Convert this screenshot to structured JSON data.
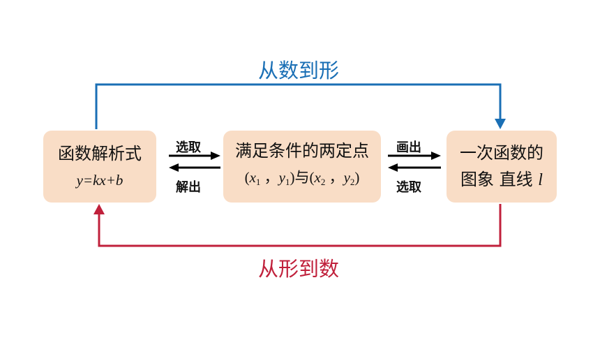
{
  "top_flow": {
    "label": "从数到形",
    "color": "#1a6fb5"
  },
  "bottom_flow": {
    "label": "从形到数",
    "color": "#c0203b"
  },
  "box_left": {
    "line1": "函数解析式",
    "formula": "y=kx+b"
  },
  "box_middle": {
    "line1": "满足条件的两定点",
    "p1_x": "x",
    "p1_x_sub": "1",
    "p1_y": "y",
    "p1_y_sub": "1",
    "connector": "与",
    "p2_x": "x",
    "p2_x_sub": "2",
    "p2_y": "y",
    "p2_y_sub": "2"
  },
  "box_right": {
    "line1": "一次函数的",
    "line2_text": "图象 直线",
    "line2_var": "l"
  },
  "left_arrows": {
    "forward": "选取",
    "backward": "解出"
  },
  "right_arrows": {
    "forward": "画出",
    "backward": "选取"
  },
  "colors": {
    "box_fill": "#f9ddc6",
    "arrow": "#000000"
  }
}
